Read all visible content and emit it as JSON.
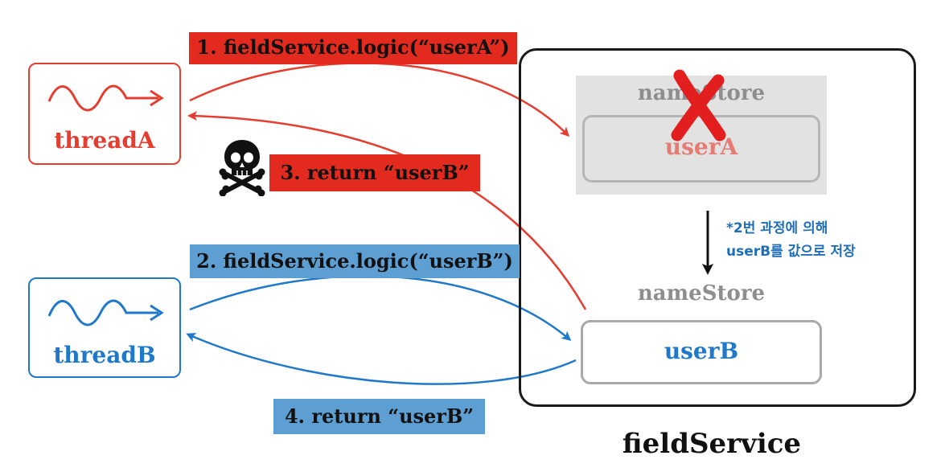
{
  "threads": {
    "a": {
      "label": "threadA"
    },
    "b": {
      "label": "threadB"
    }
  },
  "calls": {
    "call_a": "1. fieldService.logic(“userA”)",
    "call_b": "2. fieldService.logic(“userB”)",
    "return_a": "3. return “userB”",
    "return_b": "4. return “userB”"
  },
  "field_service": {
    "label": "fieldService",
    "name_store_a": {
      "title": "nameStore",
      "value": "userA"
    },
    "name_store_b": {
      "title": "nameStore",
      "value": "userB"
    },
    "note": [
      "*2번 과정에 의해",
      "userB를 값으로 저장"
    ]
  },
  "colors": {
    "thread_a": "#e53d30",
    "thread_b": "#1f78c8",
    "tag_red": "#e32a1e",
    "tag_blue": "#5e9fd3",
    "stored_gray": "#8e8e8e"
  },
  "icons": [
    "wave-arrow-icon",
    "skull-crossbones-icon",
    "red-x-icon",
    "down-arrow-icon"
  ]
}
